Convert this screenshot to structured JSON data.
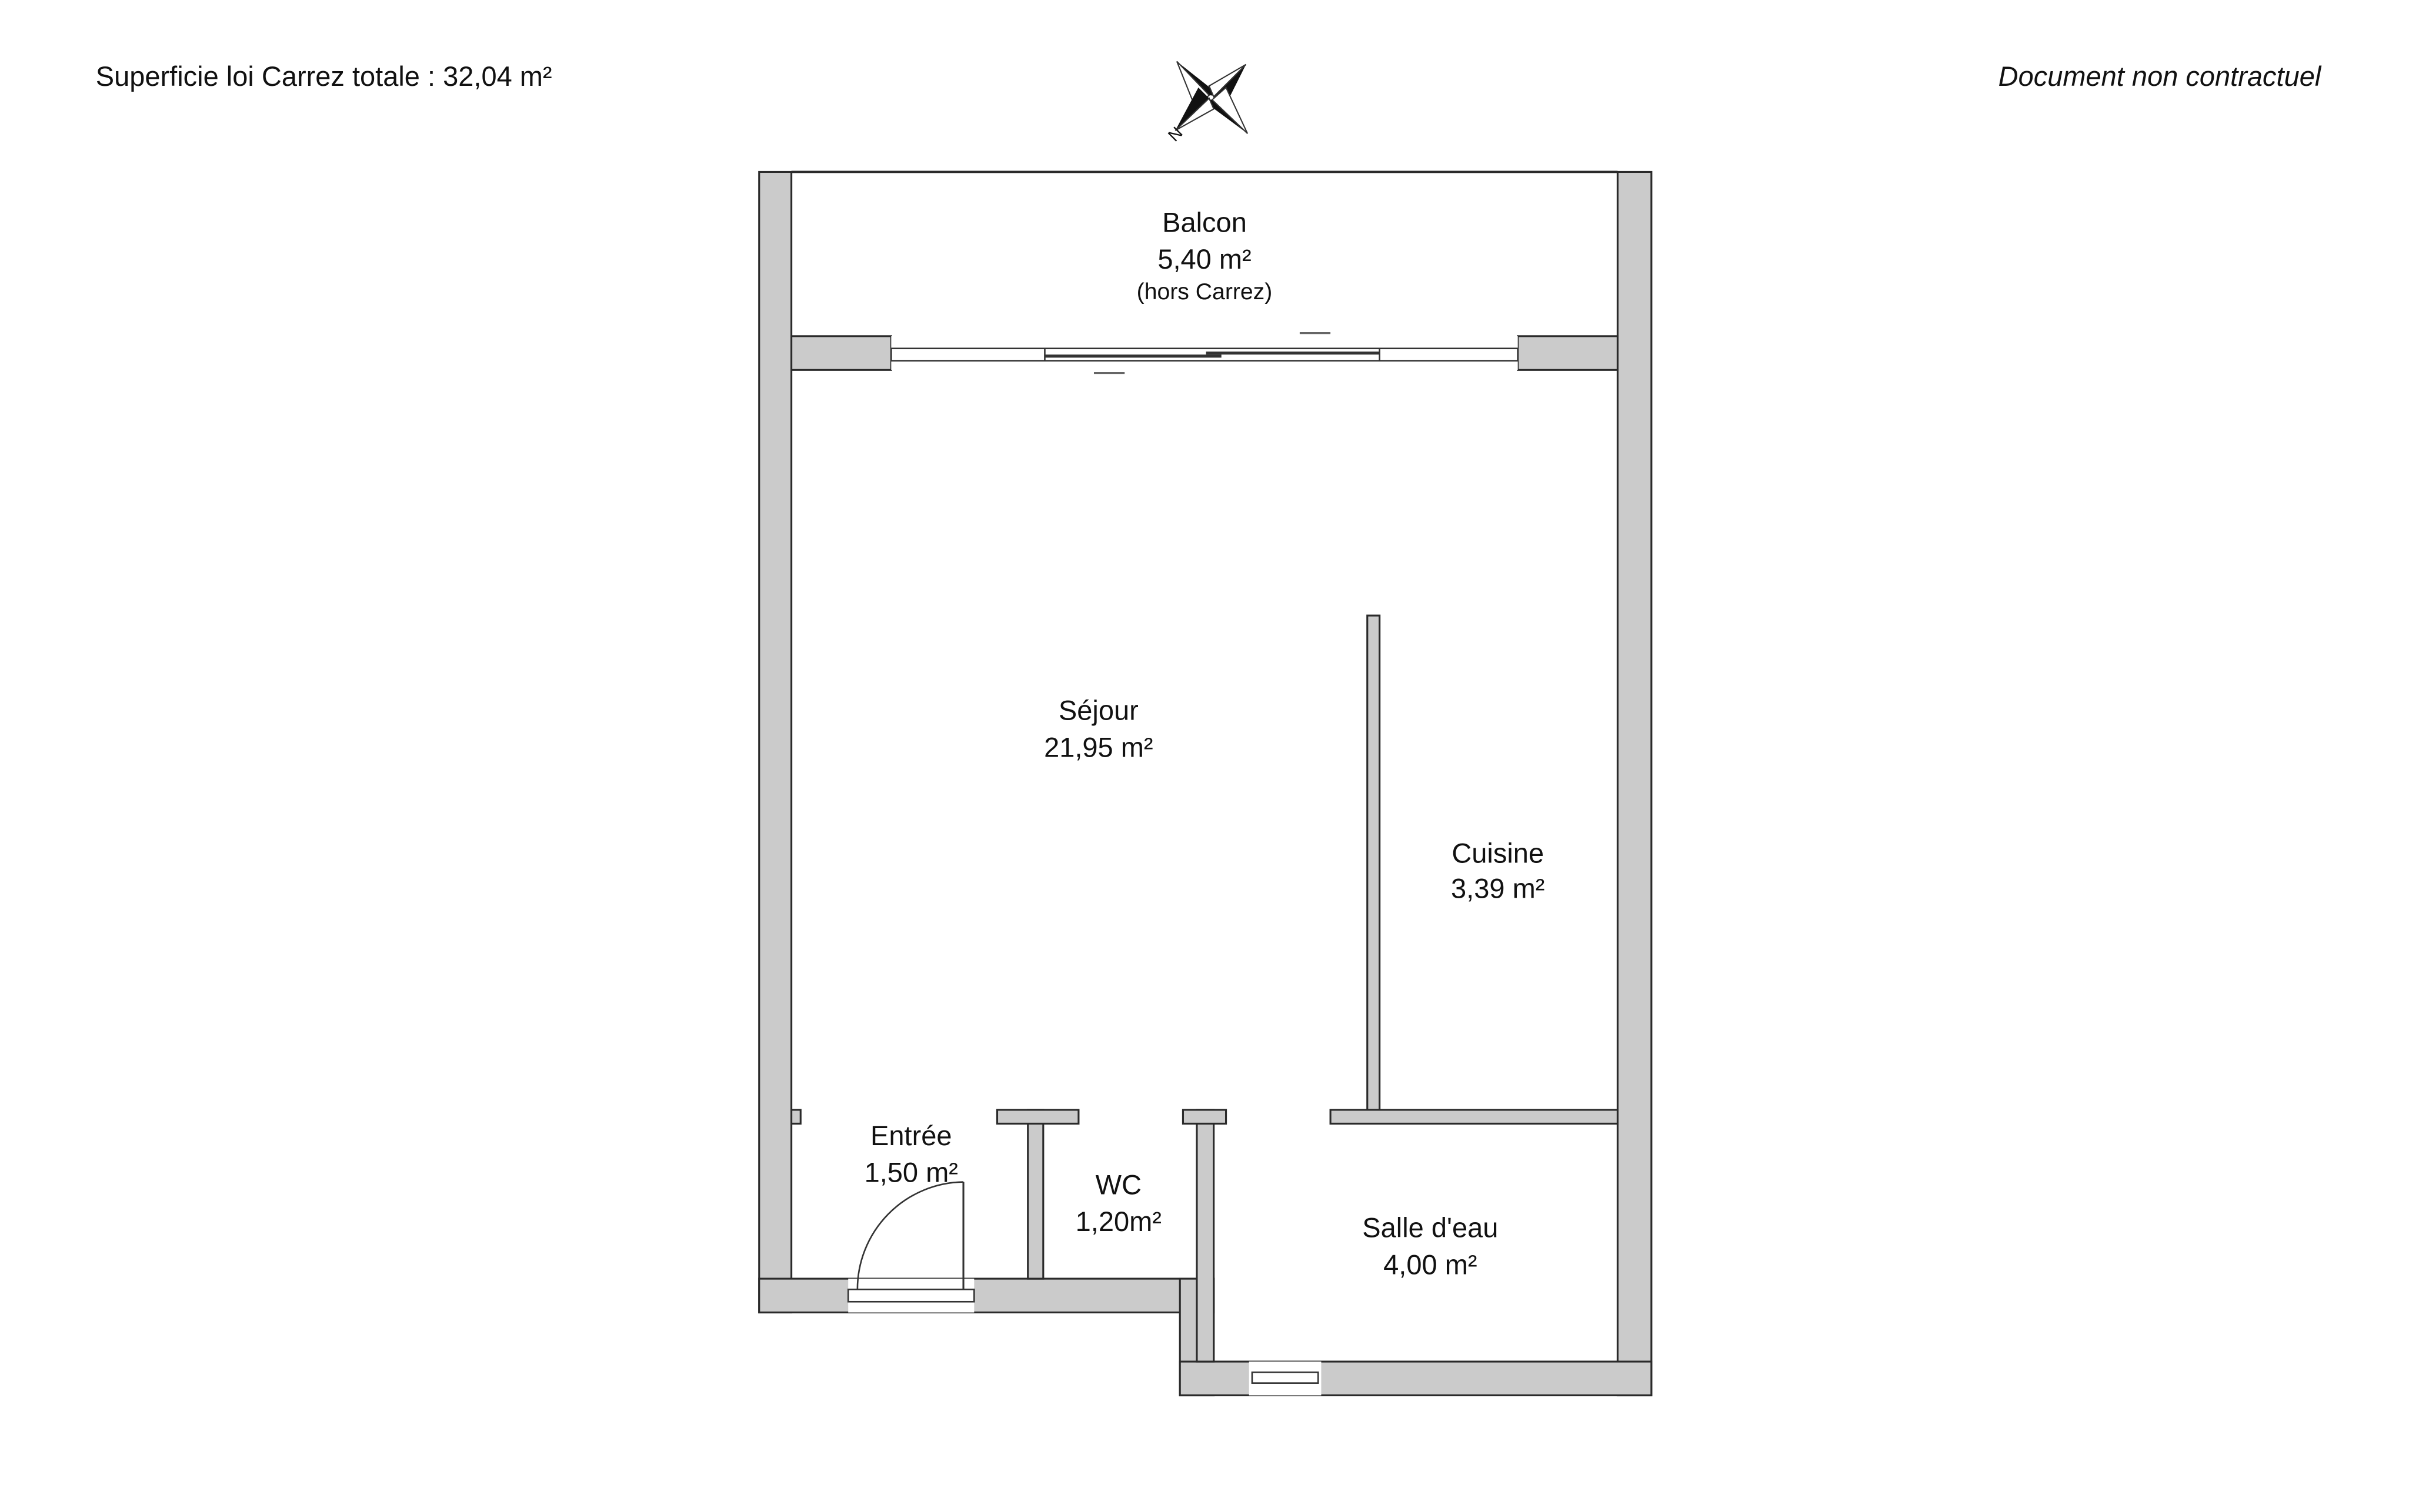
{
  "header": {
    "total_area_label": "Superficie loi Carrez totale :  32,04 m²",
    "disclaimer": "Document non contractuel",
    "compass_letter": "N"
  },
  "rooms": {
    "balcon": {
      "name": "Balcon",
      "area": "5,40 m²",
      "note": "(hors Carrez)"
    },
    "sejour": {
      "name": "Séjour",
      "area": "21,95 m²"
    },
    "cuisine": {
      "name": "Cuisine",
      "area": "3,39 m²"
    },
    "entree": {
      "name": "Entrée",
      "area": "1,50 m²"
    },
    "wc": {
      "name": "WC",
      "area": "1,20m²"
    },
    "salle_deau": {
      "name": "Salle d'eau",
      "area": "4,00 m²"
    }
  },
  "colors": {
    "wall": "#cbcbcb",
    "outline": "#2a2a2a"
  }
}
